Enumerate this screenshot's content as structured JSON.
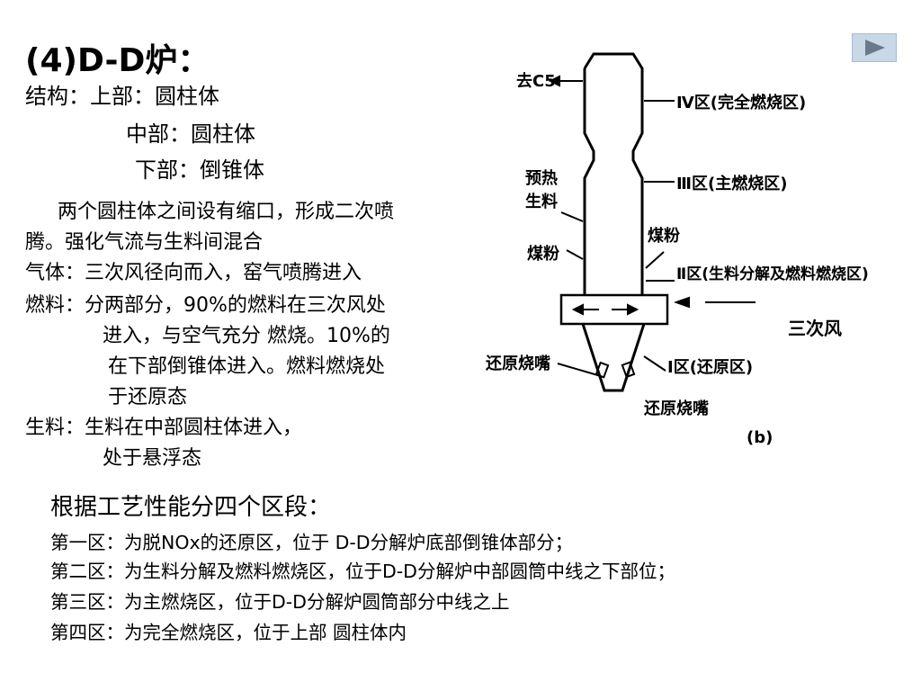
{
  "slide": {
    "title": "(4)D-D炉：",
    "structure_label": "结构：上部：圆柱体",
    "structure_mid": "中部：圆柱体",
    "structure_low": "下部：倒锥体",
    "desc_line1": "两个圆柱体之间设有缩口，形成二次喷",
    "desc_line2": "腾。强化气流与生料间混合",
    "gas_line": "气体：三次风径向而入，窑气喷腾进入",
    "fuel_line1": "燃料：分两部分，90%的燃料在三次风处",
    "fuel_line2": "进入，与空气充分 燃烧。10%的",
    "fuel_line3": "在下部倒锥体进入。燃料燃烧处",
    "fuel_line4": "于还原态",
    "raw_line1": "生料：生料在中部圆柱体进入，",
    "raw_line2": "处于悬浮态",
    "zones_heading": "根据工艺性能分四个区段：",
    "zone1": "第一区：为脱NOx的还原区，位于 D-D分解炉底部倒锥体部分；",
    "zone2": "第二区：为生料分解及燃料燃烧区，位于D-D分解炉中部圆筒中线之下部位；",
    "zone3": "第三区：为主燃烧区，位于D-D分解炉圆筒部分中线之上",
    "zone4": "第四区：为完全燃烧区，位于上部 圆柱体内"
  },
  "diagram": {
    "to_c5": "去C5",
    "zone4_label": "Ⅳ区(完全燃烧区)",
    "zone3_label": "Ⅲ区(主燃烧区)",
    "zone2_label": "Ⅱ区(生料分解及燃料燃烧区)",
    "zone1_label": "Ⅰ区(还原区)",
    "preheat_1": "预热",
    "preheat_2": "生料",
    "coal_left": "煤粉",
    "coal_right": "煤粉",
    "tertiary_air": "三次风",
    "burner_left": "还原烧嘴",
    "burner_right": "还原烧嘴",
    "caption": "(b)"
  },
  "nav": {
    "next_icon": "play-triangle-icon"
  }
}
